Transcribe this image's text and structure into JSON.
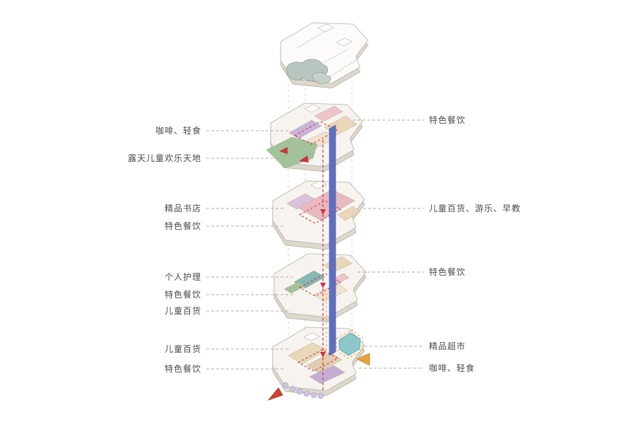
{
  "labels": {
    "left": [
      "咖啡、轻食",
      "露天儿童欢乐天地",
      "精品书店",
      "特色餐饮",
      "个人护理",
      "特色餐饮",
      "儿童百货",
      "儿童百货",
      "特色餐饮"
    ],
    "right": [
      "特色餐饮",
      "儿童百货、游乐、早教",
      "特色餐饮",
      "精品超市",
      "咖啡、轻食"
    ]
  },
  "colors": {
    "plate_face": "#f7f4ef",
    "plate_edge": "#ddd7cc",
    "plate_outline": "#b3aea4",
    "guide_line": "#d2cec4",
    "leader_line": "#b0aca4",
    "label_text": "#4a4a4a",
    "atrium_blue": "#5f6fc0",
    "circulation_red": "#cc3344",
    "terrace_green": "#a2c399",
    "retail_tan": "#ead6b8",
    "retail_tan_light": "#f0e2cb",
    "kids_pink": "#e9b9c0",
    "pink_light": "#ecc4ca",
    "bookstore_purple": "#c9b4d8",
    "mauve_zone": "#d8c3d8",
    "cafe_purple": "#c5aed4",
    "personal_care_teal": "#86b7b3",
    "supermarket_teal": "#8cc7c9",
    "canopy_green": "#b9c6c0",
    "scallop_purple": "#cfc3e2",
    "arrow_red": "#d2432f",
    "arrow_yellow": "#e8a13c"
  }
}
